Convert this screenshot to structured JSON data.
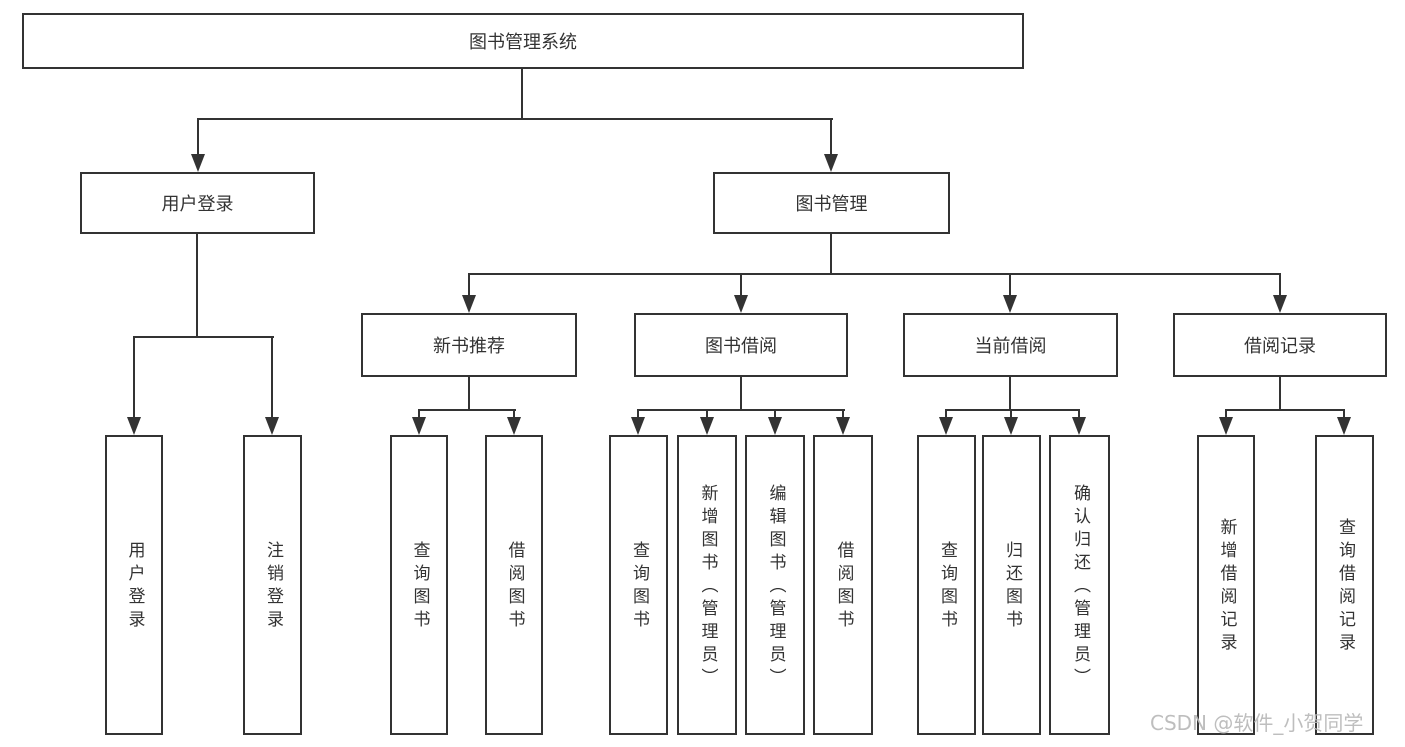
{
  "colors": {
    "line": "#333333",
    "box_border": "#333333",
    "text": "#333333",
    "background": "#ffffff",
    "watermark": "#b9b9b9"
  },
  "tree": {
    "root": {
      "label": "图书管理系统"
    },
    "branches": [
      {
        "label": "用户登录",
        "children": [
          {
            "label": "用户登录"
          },
          {
            "label": "注销登录"
          }
        ]
      },
      {
        "label": "图书管理",
        "children": [
          {
            "label": "新书推荐",
            "children": [
              {
                "label": "查询图书"
              },
              {
                "label": "借阅图书"
              }
            ]
          },
          {
            "label": "图书借阅",
            "children": [
              {
                "label": "查询图书"
              },
              {
                "label": "新增图书（管理员）"
              },
              {
                "label": "编辑图书（管理员）"
              },
              {
                "label": "借阅图书"
              }
            ]
          },
          {
            "label": "当前借阅",
            "children": [
              {
                "label": "查询图书"
              },
              {
                "label": "归还图书"
              },
              {
                "label": "确认归还（管理员）"
              }
            ]
          },
          {
            "label": "借阅记录",
            "children": [
              {
                "label": "新增借阅记录"
              },
              {
                "label": "查询借阅记录"
              }
            ]
          }
        ]
      }
    ]
  },
  "watermark": {
    "text": "CSDN @软件_小贺同学"
  }
}
